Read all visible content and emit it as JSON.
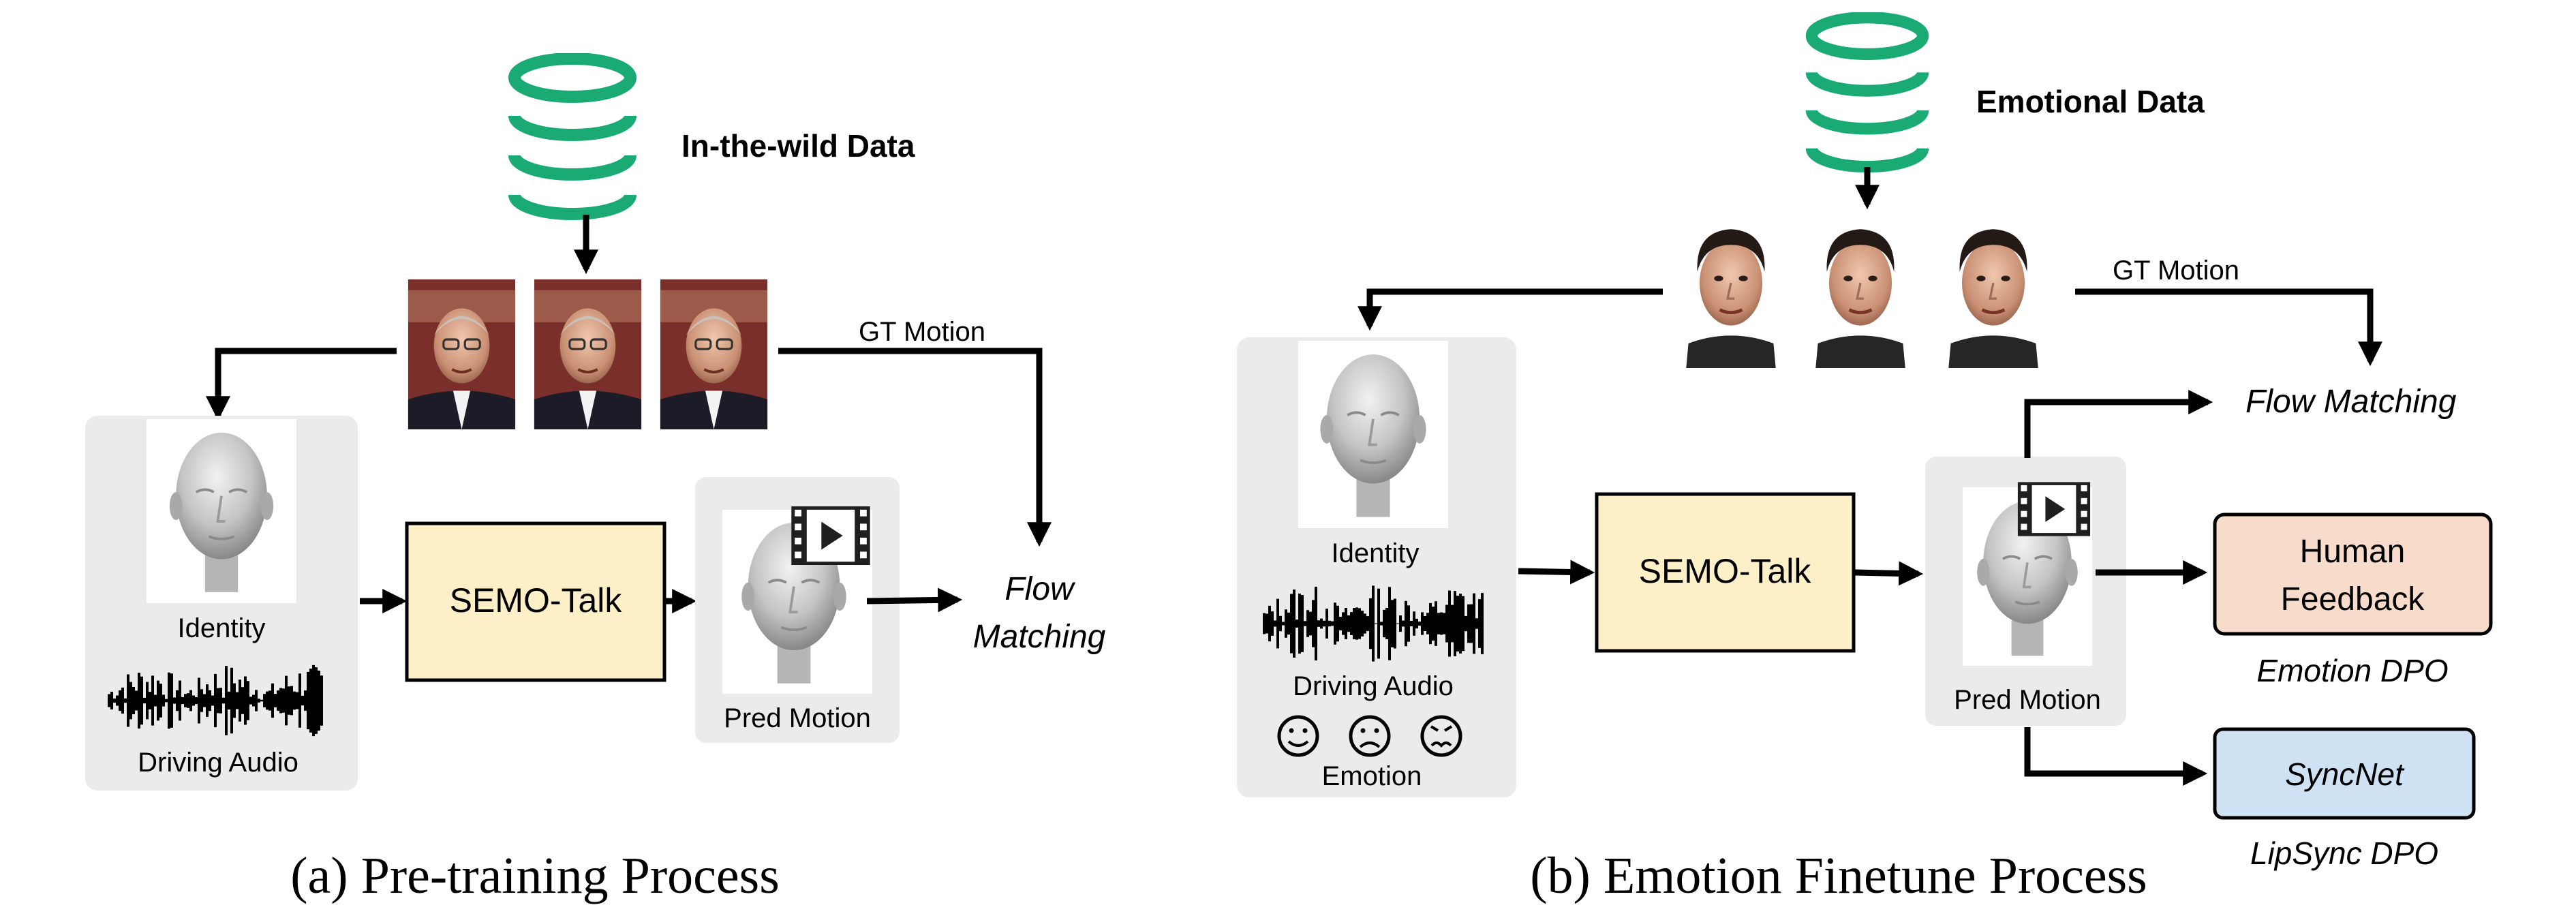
{
  "colors": {
    "database": "#1aab74",
    "panel": "#ebebeb",
    "semo_box": "#fdf0c8",
    "human_feedback_box": "#f8dccb",
    "syncnet_box": "#cfe2f3",
    "arrow": "#000000",
    "frame_bg": "#7a2f2a"
  },
  "icons": [
    "database-icon",
    "video-play-icon",
    "smile-icon",
    "sad-icon",
    "angry-icon",
    "head-mesh-icon"
  ],
  "panel_a": {
    "data_label": "In-the-wild Data",
    "gt_motion": "GT Motion",
    "identity": "Identity",
    "driving_audio": "Driving Audio",
    "model": "SEMO-Talk",
    "pred_motion": "Pred Motion",
    "flow_matching_line1": "Flow",
    "flow_matching_line2": "Matching",
    "caption": "(a)  Pre-training Process"
  },
  "panel_b": {
    "data_label": "Emotional Data",
    "gt_motion": "GT Motion",
    "identity": "Identity",
    "driving_audio": "Driving Audio",
    "emotion": "Emotion",
    "model": "SEMO-Talk",
    "pred_motion": "Pred Motion",
    "flow_matching": "Flow Matching",
    "human_feedback_line1": "Human",
    "human_feedback_line2": "Feedback",
    "emotion_dpo": "Emotion DPO",
    "syncnet": "SyncNet",
    "lipsync_dpo": "LipSync DPO",
    "caption": "(b)  Emotion Finetune Process"
  }
}
